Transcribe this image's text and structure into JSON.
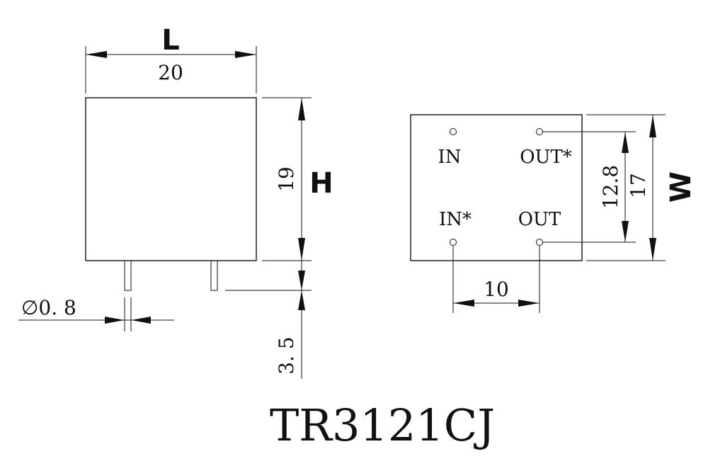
{
  "labels": {
    "length_symbol": "L",
    "length_value": "20",
    "height_symbol": "H",
    "height_value": "19",
    "width_symbol": "W",
    "width_value": "17",
    "pin_row_spacing": "12.8",
    "pin_col_spacing": "10",
    "pin_diameter": "∅0. 8",
    "pin_length": "3. 5",
    "model": "TR3121CJ"
  },
  "pins": {
    "in": "IN",
    "out_star": "OUT*",
    "in_star": "IN*",
    "out": "OUT"
  }
}
